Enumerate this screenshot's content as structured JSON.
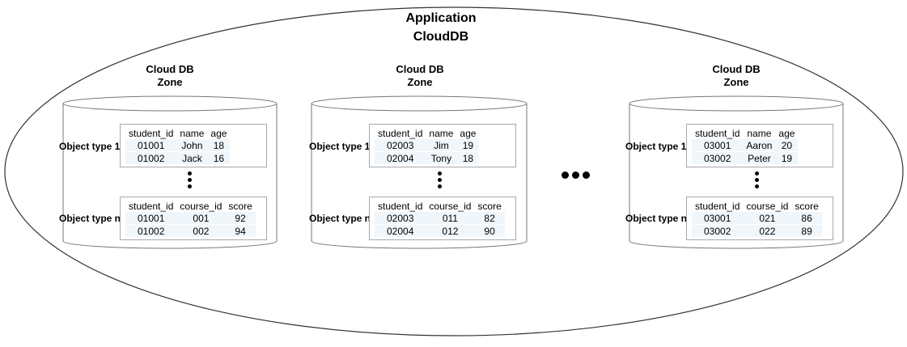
{
  "header": {
    "line1": "Application",
    "line2": "CloudDB"
  },
  "zones": [
    {
      "label_line1": "Cloud DB",
      "label_line2": "Zone",
      "object_type_1_label": "Object type 1",
      "object_type_n_label": "Object type n",
      "table1": {
        "headers": [
          "student_id",
          "name",
          "age"
        ],
        "rows": [
          [
            "01001",
            "John",
            "18"
          ],
          [
            "01002",
            "Jack",
            "16"
          ]
        ]
      },
      "table2": {
        "headers": [
          "student_id",
          "course_id",
          "score"
        ],
        "rows": [
          [
            "01001",
            "001",
            "92"
          ],
          [
            "01002",
            "002",
            "94"
          ]
        ]
      }
    },
    {
      "label_line1": "Cloud DB",
      "label_line2": "Zone",
      "object_type_1_label": "Object type 1",
      "object_type_n_label": "Object type n",
      "table1": {
        "headers": [
          "student_id",
          "name",
          "age"
        ],
        "rows": [
          [
            "02003",
            "Jim",
            "19"
          ],
          [
            "02004",
            "Tony",
            "18"
          ]
        ]
      },
      "table2": {
        "headers": [
          "student_id",
          "course_id",
          "score"
        ],
        "rows": [
          [
            "02003",
            "011",
            "82"
          ],
          [
            "02004",
            "012",
            "90"
          ]
        ]
      }
    },
    {
      "label_line1": "Cloud DB",
      "label_line2": "Zone",
      "object_type_1_label": "Object type 1",
      "object_type_n_label": "Object type n",
      "table1": {
        "headers": [
          "student_id",
          "name",
          "age"
        ],
        "rows": [
          [
            "03001",
            "Aaron",
            "20"
          ],
          [
            "03002",
            "Peter",
            "19"
          ]
        ]
      },
      "table2": {
        "headers": [
          "student_id",
          "course_id",
          "score"
        ],
        "rows": [
          [
            "03001",
            "021",
            "86"
          ],
          [
            "03002",
            "022",
            "89"
          ]
        ]
      }
    }
  ],
  "colors": {
    "outline": "#555555",
    "table_border": "#a8a8a8",
    "cell_fill": "#f0f6fa"
  }
}
